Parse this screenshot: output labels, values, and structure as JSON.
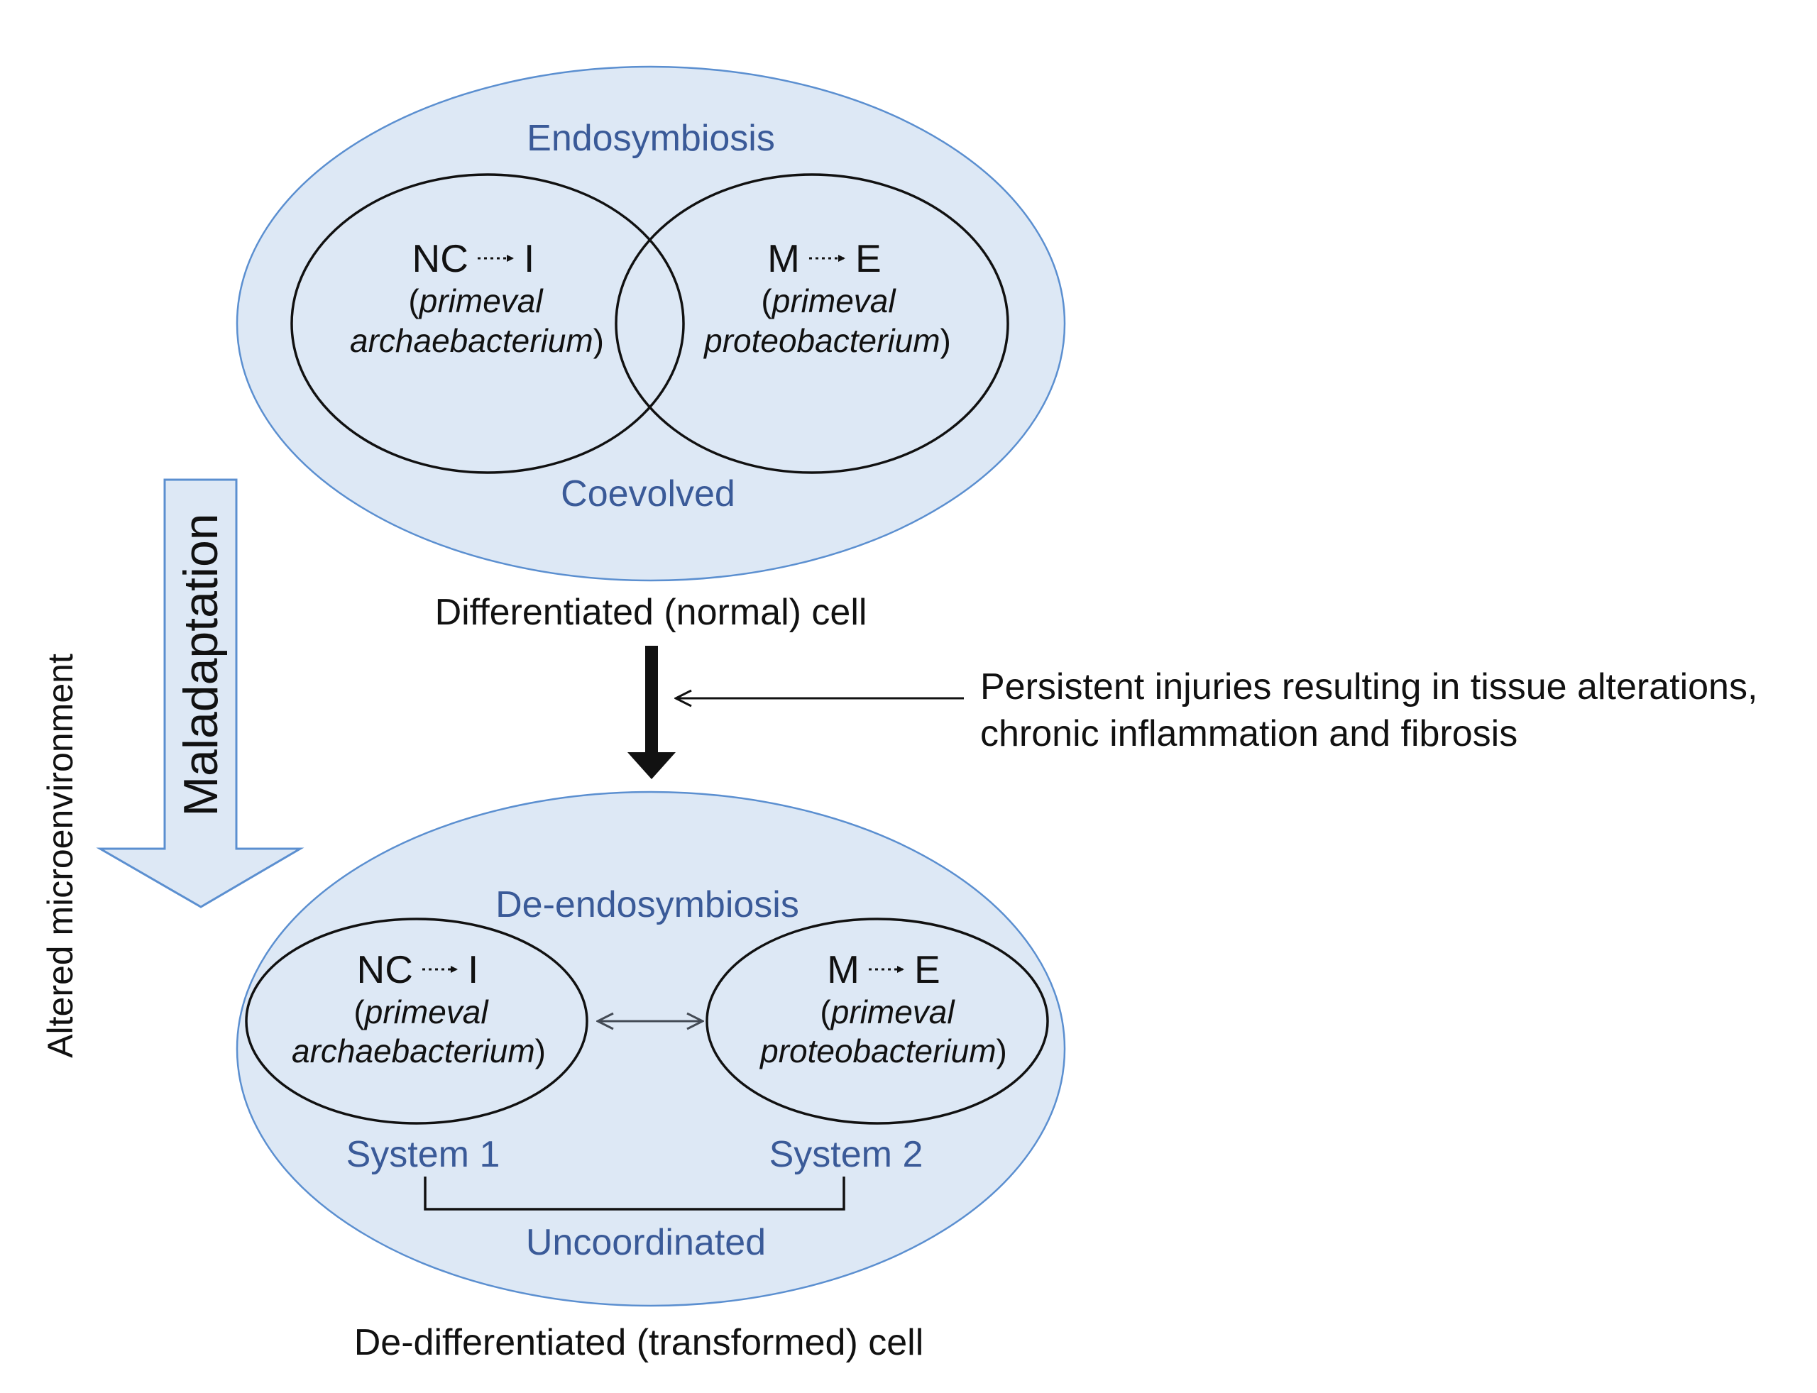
{
  "top_cell": {
    "header": "Endosymbiosis",
    "footer": "Coevolved",
    "caption": "Differentiated (normal) cell",
    "left_node": {
      "title_from": "NC",
      "title_to": "I",
      "open_paren": "(",
      "line1": "primeval",
      "line2": "archaebacterium",
      "close_paren": ")"
    },
    "right_node": {
      "title_from": "M",
      "title_to": "E",
      "open_paren": "(",
      "line1": "primeval",
      "line2": "proteobacterium",
      "close_paren": ")"
    }
  },
  "bottom_cell": {
    "header": "De-endosymbiosis",
    "caption": "De-differentiated (transformed) cell",
    "system1": "System 1",
    "system2": "System 2",
    "bracket_label": "Uncoordinated",
    "left_node": {
      "title_from": "NC",
      "title_to": "I",
      "open_paren": "(",
      "line1": "primeval",
      "line2": "archaebacterium",
      "close_paren": ")"
    },
    "right_node": {
      "title_from": "M",
      "title_to": "E",
      "open_paren": "(",
      "line1": "primeval",
      "line2": "proteobacterium",
      "close_paren": ")"
    }
  },
  "injury_note": {
    "line1": "Persistent injuries resulting in tissue alterations,",
    "line2": "chronic inflammation and fibrosis"
  },
  "side": {
    "arrow_label": "Maladaptation",
    "outer_label": "Altered microenvironment"
  },
  "colors": {
    "cell_fill": "#dde8f5",
    "cell_stroke": "#5b8fd0",
    "blue_text": "#3a5a98",
    "black": "#111111"
  }
}
